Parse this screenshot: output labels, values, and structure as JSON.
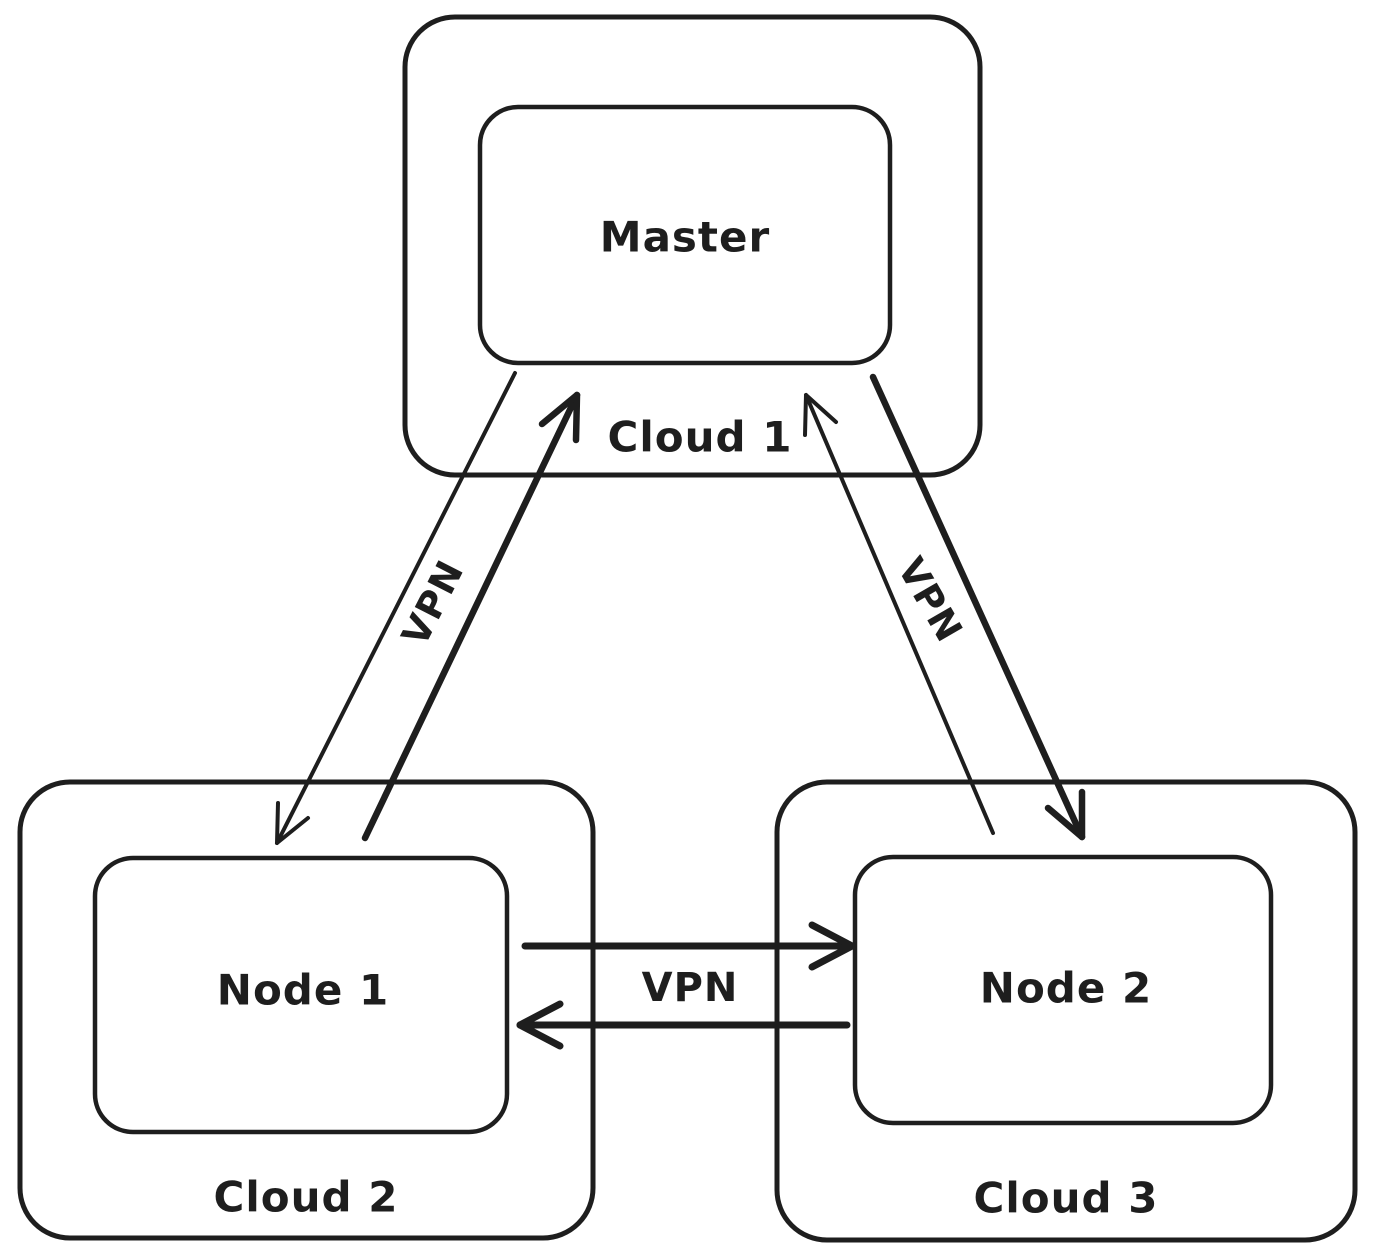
{
  "style": {
    "background": "#ffffff",
    "stroke": "#1e1e1e"
  },
  "diagram": {
    "clouds": [
      {
        "id": "cloud-1",
        "label": "Cloud 1",
        "node": {
          "label": "Master"
        }
      },
      {
        "id": "cloud-2",
        "label": "Cloud 2",
        "node": {
          "label": "Node 1"
        }
      },
      {
        "id": "cloud-3",
        "label": "Cloud 3",
        "node": {
          "label": "Node 2"
        }
      }
    ],
    "connections": [
      {
        "id": "master-node1",
        "between": [
          "Master",
          "Node 1"
        ],
        "label": "VPN",
        "arrows": "both"
      },
      {
        "id": "master-node2",
        "between": [
          "Master",
          "Node 2"
        ],
        "label": "VPN",
        "arrows": "both"
      },
      {
        "id": "node1-node2",
        "between": [
          "Node 1",
          "Node 2"
        ],
        "label": "VPN",
        "arrows": "both"
      }
    ]
  }
}
